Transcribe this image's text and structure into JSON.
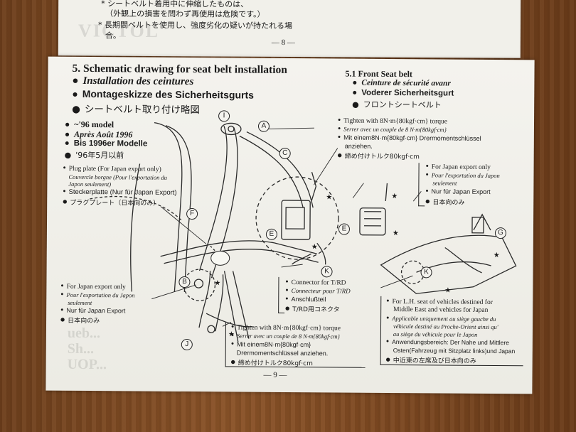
{
  "top_page": {
    "line1": "* シートベルト着用中に伸縮したものは、",
    "line2": "（外観上の損害を問わず再使用は危険です。）",
    "line3": "* 長期間ベルトを使用し、強度劣化の疑いが持たれる場",
    "line4": "合。",
    "page_number": "— 8 —"
  },
  "section": {
    "title_en": "5. Schematic drawing for seat belt installation",
    "title_fr": "Installation des ceintures",
    "title_de": "Montageskizze des Sicherheitsgurts",
    "title_ja": "シートベルト取り付け略図"
  },
  "subsection": {
    "title_en": "5.1 Front Seat belt",
    "title_fr": "Ceinture de sécurité avanr",
    "title_de": "Voderer Sicherheitsgurt",
    "title_ja": "フロントシートベルト"
  },
  "model": {
    "en": "~'96 model",
    "fr": "Après Août 1996",
    "de": "Bis 1996er Modelle",
    "ja": "'96年5月以前"
  },
  "plug_plate": {
    "en": "Plug plate (For Japan export only)",
    "fr1": "Couvercle borgne (Pour l'exportation du",
    "fr2": "Japon seulement)",
    "de": "Steckerplatte (Nur für Japan Export)",
    "ja": "プラグプレート（日本向のみ）"
  },
  "torque_top": {
    "en": "Tighten with 8N·m{80kgf·cm} torque",
    "fr": "Serrer avec un couple de 8 N·m{80kgf·cm}",
    "de1": "Mit einem8N·m{80kgf·cm} Drermomentschlüssel",
    "de2": "anziehen.",
    "ja": "締め付けトルク80kgf·cm"
  },
  "japan_export_right": {
    "en": "For Japan export only",
    "fr1": "Pour l'exportation du Japon",
    "fr2": "seulement",
    "de": "Nur für Japan Export",
    "ja": "日本向のみ"
  },
  "japan_export_left": {
    "en": "For Japan export only",
    "fr1": "Pour l'exportation du Japon",
    "fr2": "seulement",
    "de": "Nur für Japan Export",
    "ja": "日本向のみ"
  },
  "connector": {
    "en": "Connector for T/RD",
    "fr": "Connecteur pour T/RD",
    "de": "Anschlußteil",
    "ja": "T/RD用コネクタ"
  },
  "torque_bottom": {
    "en": "Tighten with 8N·m{80kgf·cm} torque",
    "fr": "Serrer avec un couple de 8 N·m{80kgf·cm}",
    "de1": "Mit einem8N·m{80kgf·cm}",
    "de2": "Drermomentschlüssel anziehen.",
    "ja": "締め付けトルク80kgf·cm"
  },
  "lh_seat": {
    "en1": "For L.H. seat of vehicles destined for",
    "en2": "Middle East and vehicles for Japan",
    "fr1": "Applicable uniquement au siège gauche du",
    "fr2": "véhicule destiné au Proche-Orient ainsi qu'",
    "fr3": "au siège du véhicule pour le Japon",
    "de1": "Anwendungsbereich: Der Nahe und Mittlere",
    "de2": "Osten(Fahrzeug mit Sitzplatz links)und Japan",
    "ja": "中近東の左席及び日本向のみ"
  },
  "callouts": {
    "I": "I",
    "A": "A",
    "C": "C",
    "F": "F",
    "B": "B",
    "E1": "E",
    "E2": "E",
    "K1": "K",
    "K2": "K",
    "G": "G",
    "J": "J"
  },
  "page_number": "— 9 —",
  "ghost_text": {
    "top": "VICTOL",
    "b1": "ueb...",
    "b2": "Sh...",
    "b3": "UOP..."
  }
}
